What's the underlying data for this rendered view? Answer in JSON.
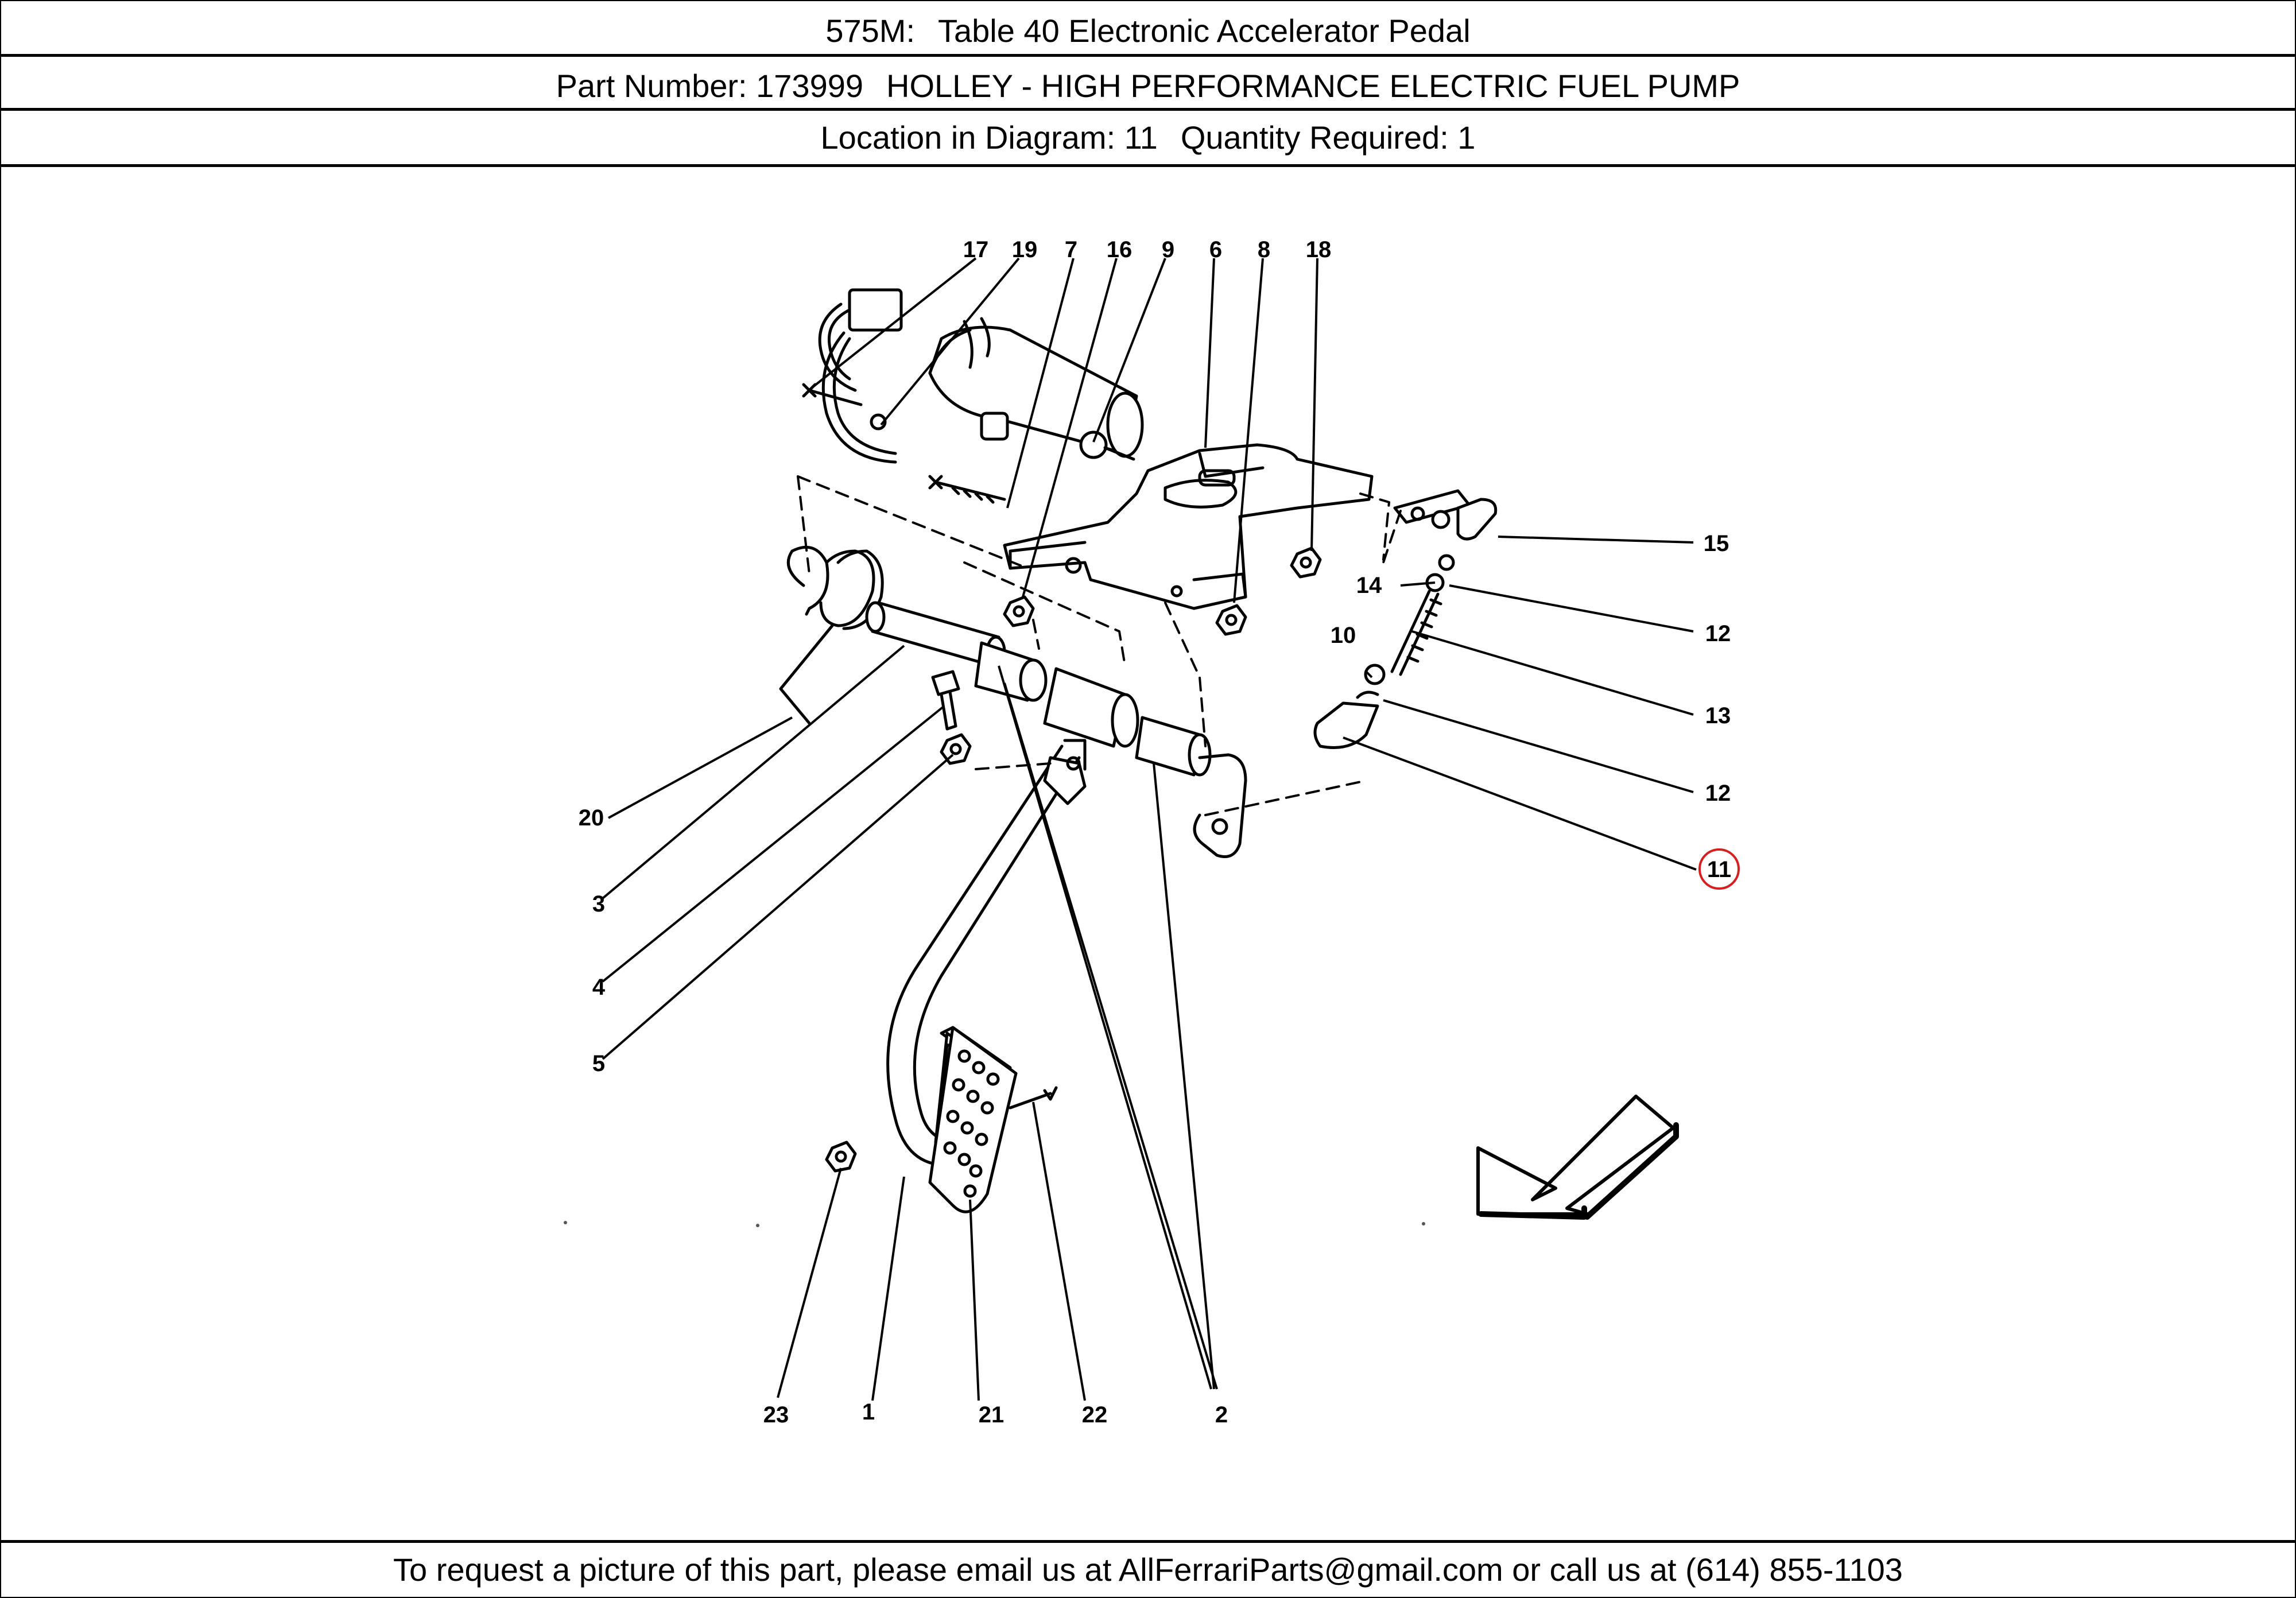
{
  "header": {
    "model": "575M:",
    "table_title": "Table 40 Electronic Accelerator Pedal",
    "part_number_label": "Part Number: 173999",
    "part_description": "HOLLEY - HIGH PERFORMANCE ELECTRIC FUEL PUMP",
    "location_label": "Location in Diagram: 11",
    "quantity_label": "Quantity Required: 1"
  },
  "diagram": {
    "highlighted_callout": "11",
    "highlight_color": "#d42020",
    "callouts": {
      "c17": "17",
      "c19": "19",
      "c7": "7",
      "c16": "16",
      "c9": "9",
      "c6": "6",
      "c8": "8",
      "c18": "18",
      "c15": "15",
      "c14": "14",
      "c12a": "12",
      "c10": "10",
      "c13": "13",
      "c12b": "12",
      "c11": "11",
      "c20": "20",
      "c3": "3",
      "c4": "4",
      "c5": "5",
      "c23": "23",
      "c1": "1",
      "c21": "21",
      "c22": "22",
      "c2": "2"
    }
  },
  "footer": {
    "text": "To request a picture of this part, please email us at AllFerrariParts@gmail.com or call us at (614) 855-1103"
  }
}
